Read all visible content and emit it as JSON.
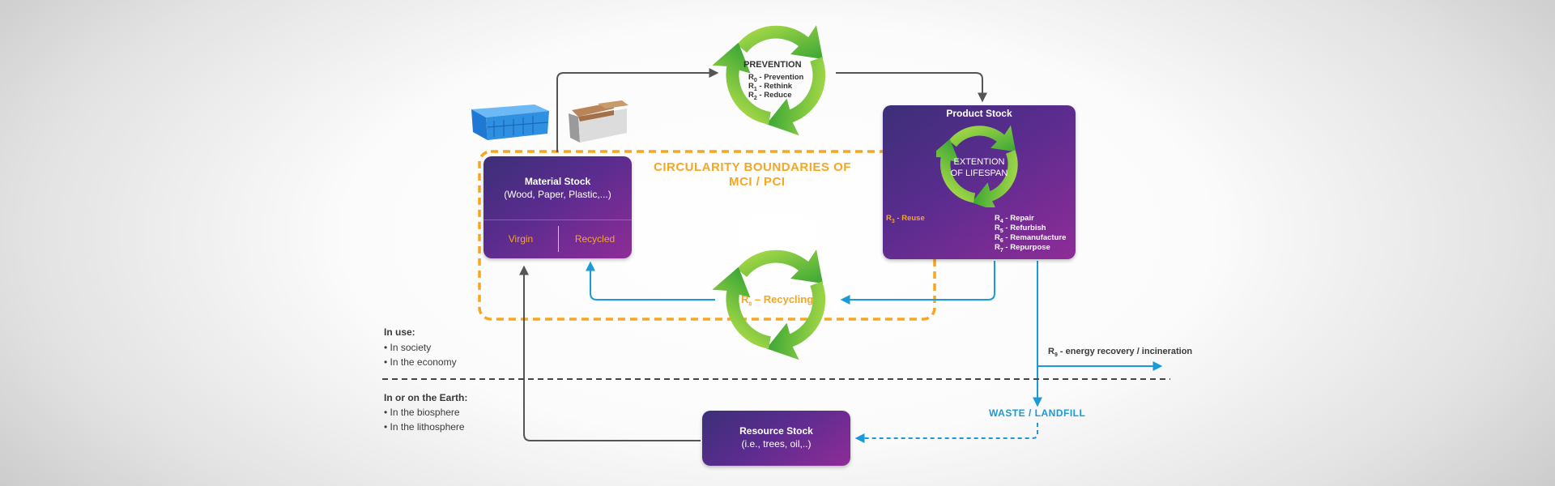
{
  "title": {
    "line1": "CIRCULARITY BOUNDARIES OF",
    "line2": "MCI / PCI"
  },
  "prevention": {
    "heading": "PREVENTION",
    "items": [
      {
        "code": "R",
        "sub": "0",
        "label": " - Prevention"
      },
      {
        "code": "R",
        "sub": "1",
        "label": " - Rethink"
      },
      {
        "code": "R",
        "sub": "2",
        "label": " - Reduce"
      }
    ]
  },
  "material_stock": {
    "title": "Material Stock",
    "subtitle": "(Wood, Paper, Plastic,...)",
    "left": "Virgin",
    "right": "Recycled"
  },
  "product_stock": {
    "title": "Product Stock",
    "center_line1": "EXTENTION",
    "center_line2": "OF LIFESPAN",
    "reuse": {
      "code": "R",
      "sub": "3",
      "label": " - Reuse"
    },
    "items": [
      {
        "code": "R",
        "sub": "4",
        "label": " - Repair"
      },
      {
        "code": "R",
        "sub": "5",
        "label": " - Refurbish"
      },
      {
        "code": "R",
        "sub": "6",
        "label": " - Remanufacture"
      },
      {
        "code": "R",
        "sub": "7",
        "label": " - Repurpose"
      }
    ]
  },
  "recycling": {
    "code": "R",
    "sub": "8",
    "label": " – Recycling"
  },
  "energy": {
    "code": "R",
    "sub": "9",
    "label": " - energy recovery / incineration"
  },
  "waste": "WASTE / LANDFILL",
  "resource_stock": {
    "title": "Resource Stock",
    "subtitle": "(i.e., trees, oil,..)"
  },
  "in_use": {
    "heading": "In use:",
    "items": [
      "• In society",
      "• In the economy"
    ]
  },
  "in_earth": {
    "heading": "In or on the Earth:",
    "items": [
      "• In the biosphere",
      "• In the lithosphere"
    ]
  },
  "colors": {
    "boundary": "#f5a623",
    "blue_arrow": "#1a9ad6",
    "dark_arrow": "#555555",
    "green_light": "#a8d83a",
    "green_dark": "#3aa635",
    "box_purple": "#5a2c8e",
    "crate": "#2f8fe0"
  },
  "icons": [
    "plastic-crate-icon",
    "cardboard-box-icon",
    "recycle-arrows-icon"
  ]
}
